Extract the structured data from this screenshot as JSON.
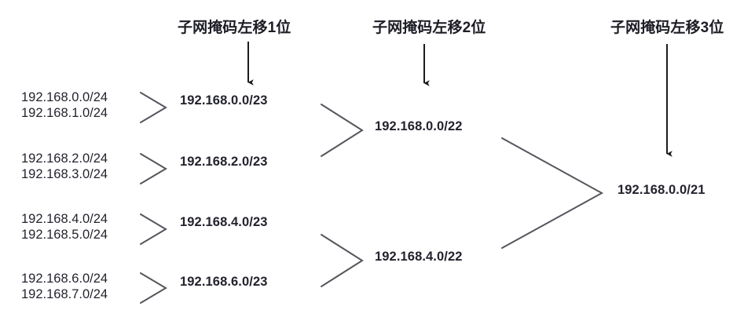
{
  "diagram": {
    "title": "子网掩码聚合示意图",
    "background_color": "#ffffff",
    "line_color": "#4a4a52",
    "text_color": "#23232e"
  },
  "headers": [
    {
      "label": "子网掩码左移1位",
      "arrow": "down-arrow"
    },
    {
      "label": "子网掩码左移2位",
      "arrow": "down-arrow"
    },
    {
      "label": "子网掩码左移3位",
      "arrow": "down-arrow"
    }
  ],
  "level0": [
    {
      "top": "192.168.0.0/24",
      "bottom": "192.168.1.0/24"
    },
    {
      "top": "192.168.2.0/24",
      "bottom": "192.168.3.0/24"
    },
    {
      "top": "192.168.4.0/24",
      "bottom": "192.168.5.0/24"
    },
    {
      "top": "192.168.6.0/24",
      "bottom": "192.168.7.0/24"
    }
  ],
  "level1": [
    {
      "label": "192.168.0.0/23"
    },
    {
      "label": "192.168.2.0/23"
    },
    {
      "label": "192.168.4.0/23"
    },
    {
      "label": "192.168.6.0/23"
    }
  ],
  "level2": [
    {
      "label": "192.168.0.0/22"
    },
    {
      "label": "192.168.4.0/22"
    }
  ],
  "level3": [
    {
      "label": "192.168.0.0/21"
    }
  ],
  "chart_data": {
    "type": "diagram",
    "subtype": "subnet-aggregation-tree",
    "title": "CIDR route summarization",
    "levels": [
      {
        "prefix_length": 24,
        "label": "",
        "nodes": [
          "192.168.0.0/24",
          "192.168.1.0/24",
          "192.168.2.0/24",
          "192.168.3.0/24",
          "192.168.4.0/24",
          "192.168.5.0/24",
          "192.168.6.0/24",
          "192.168.7.0/24"
        ]
      },
      {
        "prefix_length": 23,
        "label": "子网掩码左移1位",
        "nodes": [
          "192.168.0.0/23",
          "192.168.2.0/23",
          "192.168.4.0/23",
          "192.168.6.0/23"
        ]
      },
      {
        "prefix_length": 22,
        "label": "子网掩码左移2位",
        "nodes": [
          "192.168.0.0/22",
          "192.168.4.0/22"
        ]
      },
      {
        "prefix_length": 21,
        "label": "子网掩码左移3位",
        "nodes": [
          "192.168.0.0/21"
        ]
      }
    ],
    "edges": [
      {
        "from": [
          "192.168.0.0/24",
          "192.168.1.0/24"
        ],
        "to": "192.168.0.0/23"
      },
      {
        "from": [
          "192.168.2.0/24",
          "192.168.3.0/24"
        ],
        "to": "192.168.2.0/23"
      },
      {
        "from": [
          "192.168.4.0/24",
          "192.168.5.0/24"
        ],
        "to": "192.168.4.0/23"
      },
      {
        "from": [
          "192.168.6.0/24",
          "192.168.7.0/24"
        ],
        "to": "192.168.6.0/23"
      },
      {
        "from": [
          "192.168.0.0/23",
          "192.168.2.0/23"
        ],
        "to": "192.168.0.0/22"
      },
      {
        "from": [
          "192.168.4.0/23",
          "192.168.6.0/23"
        ],
        "to": "192.168.4.0/22"
      },
      {
        "from": [
          "192.168.0.0/22",
          "192.168.4.0/22"
        ],
        "to": "192.168.0.0/21"
      }
    ]
  }
}
